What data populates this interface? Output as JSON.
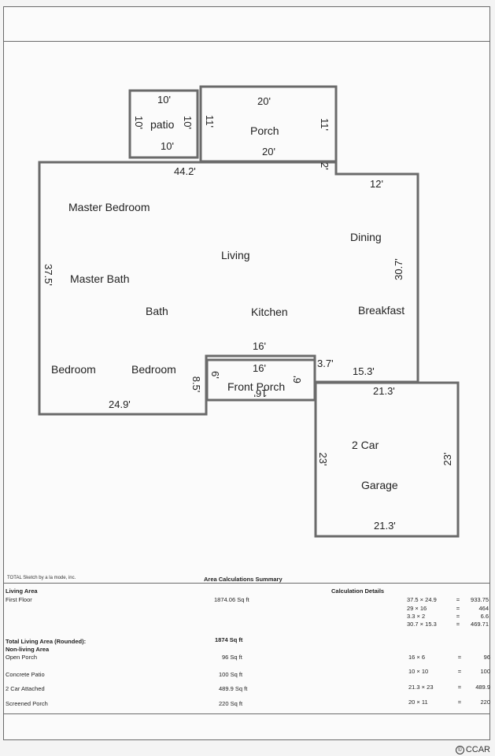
{
  "plan": {
    "dims": {
      "patio_top": "10'",
      "patio_bottom": "10'",
      "patio_left": "10'",
      "patio_right": "10'",
      "porch_top": "20'",
      "porch_bottom": "20'",
      "porch_left": "11'",
      "porch_right": "11'",
      "house_top": "44.2'",
      "notch": "2'",
      "dining_top": "12'",
      "right_wall": "30.7'",
      "left_wall": "37.5'",
      "bottom_left": "24.9'",
      "bottom_step": "8.5'",
      "kitchen_bottom": "16'",
      "front_porch_top": "16'",
      "front_porch_left": "6'",
      "front_porch_right": "6'",
      "front_porch_bottom": "16'",
      "small_step": "3.7'",
      "breakfast_bottom": "15.3'",
      "garage_top": "21.3'",
      "garage_bottom": "21.3'",
      "garage_left": "23'",
      "garage_right": "23'"
    },
    "rooms": {
      "patio": "patio",
      "porch": "Porch",
      "master_bedroom": "Master Bedroom",
      "living": "Living",
      "dining": "Dining",
      "master_bath": "Master Bath",
      "bath": "Bath",
      "kitchen": "Kitchen",
      "breakfast": "Breakfast",
      "bedroom1": "Bedroom",
      "bedroom2": "Bedroom",
      "front_porch": "Front Porch",
      "garage_line1": "2 Car",
      "garage_line2": "Garage"
    }
  },
  "summary": {
    "credit": "TOTAL Sketch by a la mode, inc.",
    "title": "Area Calculations Summary",
    "living_area_heading": "Living Area",
    "first_floor_label": "First Floor",
    "first_floor_value": "1874.06 Sq ft",
    "calc_details_heading": "Calculation Details",
    "calc_first_floor": [
      {
        "expr": "37.5 × 24.9",
        "eq": "=",
        "res": "933.75"
      },
      {
        "expr": "29 × 16",
        "eq": "=",
        "res": "464"
      },
      {
        "expr": "3.3 × 2",
        "eq": "=",
        "res": "6.6"
      },
      {
        "expr": "30.7 × 15.3",
        "eq": "=",
        "res": "469.71"
      }
    ],
    "total_label": "Total Living Area (Rounded):",
    "total_value": "1874 Sq ft",
    "non_living_heading": "Non-living Area",
    "non_living": [
      {
        "label": "Open Porch",
        "value": "96 Sq ft",
        "expr": "16 × 6",
        "eq": "=",
        "res": "96"
      },
      {
        "label": "Concrete Patio",
        "value": "100 Sq ft",
        "expr": "10 × 10",
        "eq": "=",
        "res": "100"
      },
      {
        "label": "2 Car Attached",
        "value": "489.9 Sq ft",
        "expr": "21.3 × 23",
        "eq": "=",
        "res": "489.9"
      },
      {
        "label": "Screened Porch",
        "value": "220 Sq ft",
        "expr": "20 × 11",
        "eq": "=",
        "res": "220"
      }
    ]
  },
  "watermark": {
    "text": "CCAR",
    "symbol": "©"
  }
}
